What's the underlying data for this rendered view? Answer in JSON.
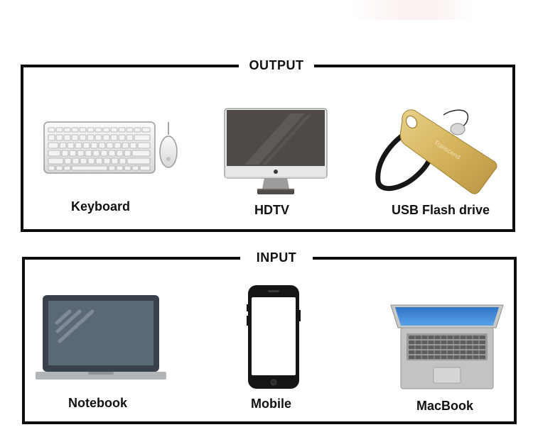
{
  "output": {
    "title": "OUTPUT",
    "items": [
      {
        "label": "Keyboard",
        "icon": "keyboard-mouse-icon"
      },
      {
        "label": "HDTV",
        "icon": "monitor-icon"
      },
      {
        "label": "USB Flash drive",
        "icon": "usb-flash-drive-icon"
      }
    ]
  },
  "input": {
    "title": "INPUT",
    "items": [
      {
        "label": "Notebook",
        "icon": "laptop-icon"
      },
      {
        "label": "Mobile",
        "icon": "smartphone-icon"
      },
      {
        "label": "MacBook",
        "icon": "macbook-icon"
      }
    ]
  },
  "colors": {
    "border": "#0d0d0d",
    "usb_gold": "#d4b35a",
    "laptop_body": "#3b4550",
    "macbook_screen": "#3e8ad6"
  }
}
